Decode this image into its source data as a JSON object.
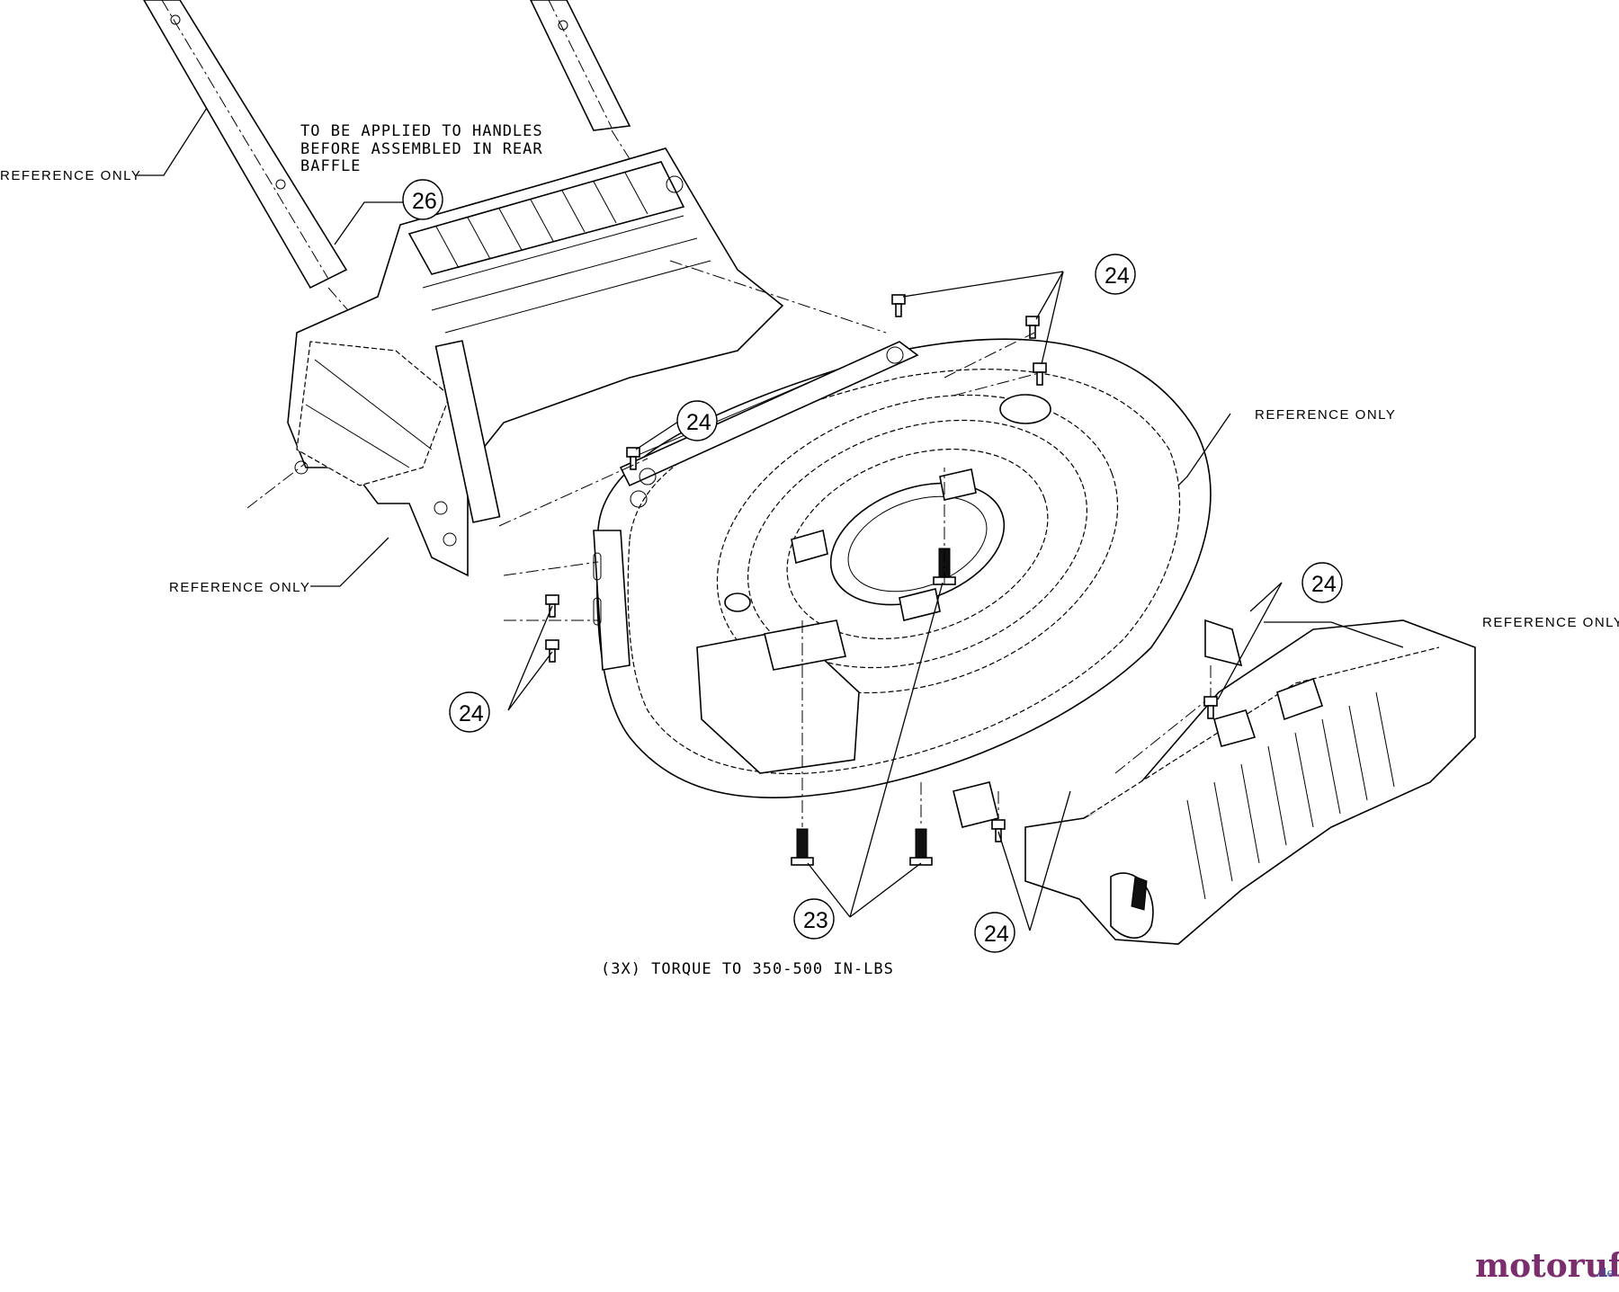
{
  "notes": {
    "handle_note_lines": [
      "TO BE APPLIED TO HANDLES",
      "BEFORE ASSEMBLED IN REAR",
      "BAFFLE"
    ],
    "torque_note": "(3X) TORQUE TO 350-500 IN-LBS",
    "reference_only": "REFERENCE ONLY"
  },
  "callouts": [
    {
      "id": "c26",
      "label": "26"
    },
    {
      "id": "c24a",
      "label": "24"
    },
    {
      "id": "c24b",
      "label": "24"
    },
    {
      "id": "c24c",
      "label": "24"
    },
    {
      "id": "c24d",
      "label": "24"
    },
    {
      "id": "c24e",
      "label": "24"
    },
    {
      "id": "c23",
      "label": "23"
    }
  ],
  "watermark": {
    "brand": "motoruf",
    "suffix": ".de",
    "brand_color": "#7a2e6e",
    "accent_color": "#2a55a8"
  }
}
